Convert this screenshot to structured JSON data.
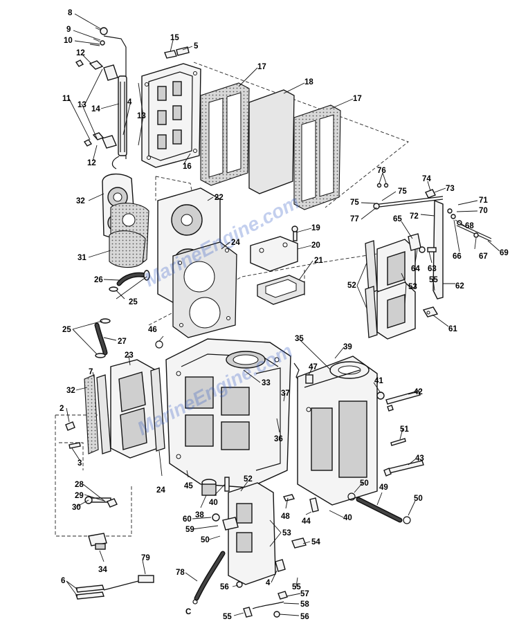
{
  "watermark": "MarineEngine.com",
  "callouts": [
    "8",
    "9",
    "10",
    "12",
    "11",
    "13",
    "14",
    "4",
    "13",
    "12",
    "15",
    "5",
    "17",
    "18",
    "17",
    "16",
    "76",
    "74",
    "73",
    "75",
    "75",
    "77",
    "72",
    "71",
    "70",
    "68",
    "69",
    "32",
    "22",
    "19",
    "20",
    "31",
    "24",
    "21",
    "65",
    "64",
    "63",
    "66",
    "67",
    "26",
    "25",
    "52",
    "55",
    "53",
    "62",
    "25",
    "61",
    "46",
    "27",
    "35",
    "39",
    "23",
    "7",
    "32",
    "33",
    "47",
    "37",
    "41",
    "42",
    "2",
    "36",
    "51",
    "3",
    "43",
    "45",
    "40",
    "52",
    "28",
    "29",
    "50",
    "49",
    "50",
    "30",
    "24",
    "38",
    "48",
    "44",
    "40",
    "60",
    "59",
    "53",
    "50",
    "54",
    "4",
    "55",
    "57",
    "79",
    "78",
    "56",
    "34",
    "6",
    "C",
    "55",
    "58",
    "56"
  ]
}
